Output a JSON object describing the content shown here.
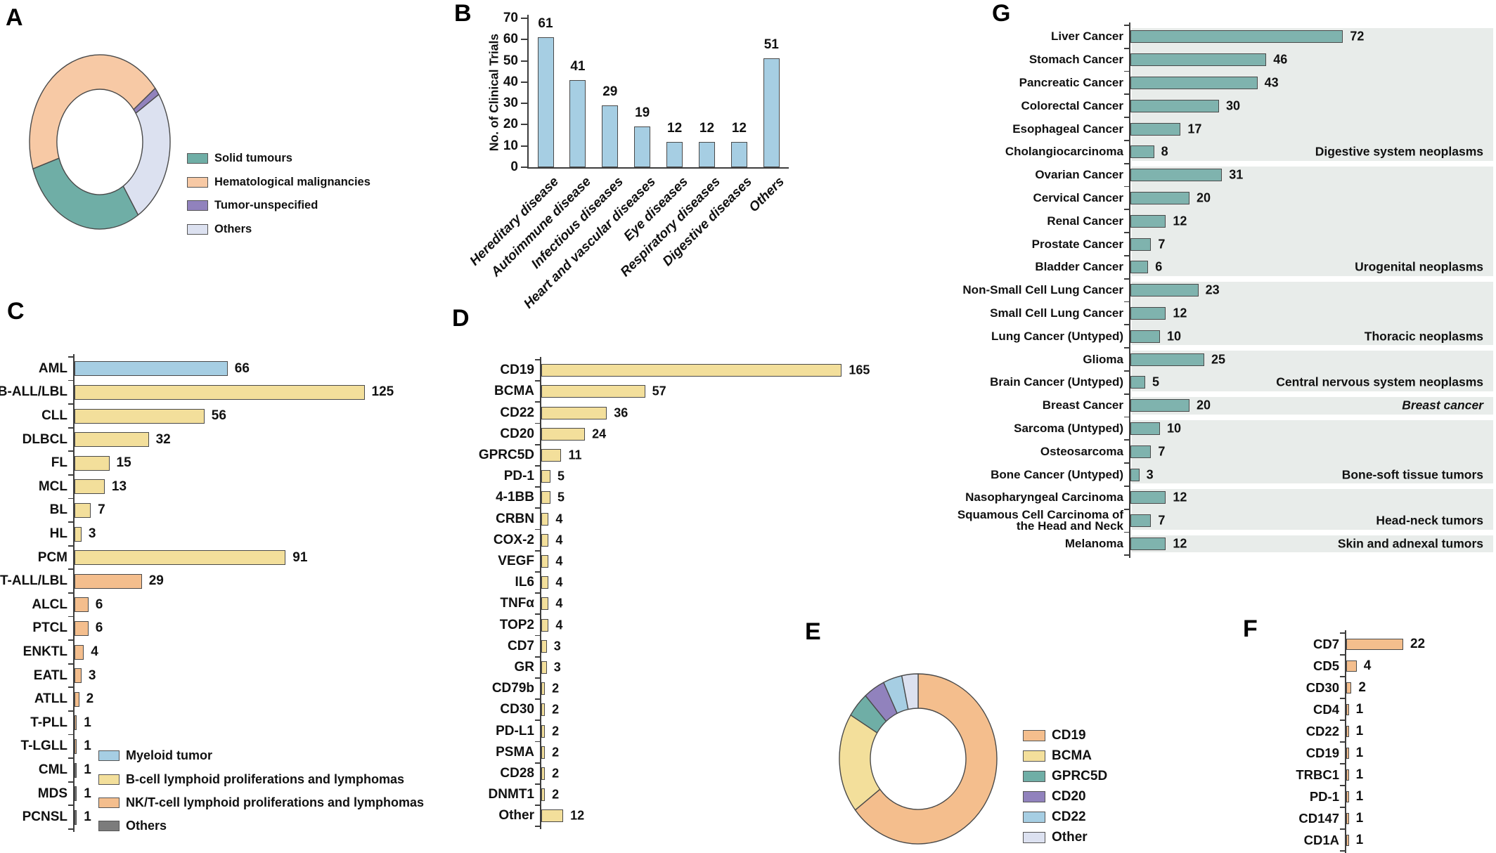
{
  "panel_labels": {
    "a": "A",
    "b": "B",
    "c": "C",
    "d": "D",
    "e": "E",
    "f": "F",
    "g": "G"
  },
  "chart_data": [
    {
      "panel": "A",
      "type": "donut",
      "segments": [
        {
          "label": "Hematological malignancies",
          "color": "#F7C9A5",
          "start_deg": 252,
          "end_deg": 412,
          "approx_pct": 44
        },
        {
          "label": "Tumor-unspecified",
          "color": "#9182BD",
          "start_deg": 52,
          "end_deg": 57,
          "approx_pct": 1
        },
        {
          "label": "Others",
          "color": "#DCE1F0",
          "start_deg": 57,
          "end_deg": 147,
          "approx_pct": 25
        },
        {
          "label": "Solid tumours",
          "color": "#6FAEA6",
          "start_deg": 147,
          "end_deg": 252,
          "approx_pct": 30
        }
      ],
      "legend": [
        {
          "label": "Solid tumours",
          "color": "#6FAEA6"
        },
        {
          "label": "Hematological malignancies",
          "color": "#F7C9A5"
        },
        {
          "label": "Tumor-unspecified",
          "color": "#9182BD"
        },
        {
          "label": "Others",
          "color": "#DCE1F0"
        }
      ]
    },
    {
      "panel": "B",
      "type": "bar",
      "title": "",
      "xlabel": "",
      "ylabel": "No. of Clinical Trials",
      "ylim": [
        0,
        70
      ],
      "yticks": [
        0,
        10,
        20,
        30,
        40,
        50,
        60,
        70
      ],
      "grid": false,
      "bar_color": "#A6CEE3",
      "categories": [
        "Hereditary disease",
        "Autoimmune disease",
        "Infectious diseases",
        "Heart and vascular diseases",
        "Eye diseases",
        "Respiratory diseases",
        "Digestive diseases",
        "Others"
      ],
      "values": [
        61,
        41,
        29,
        19,
        12,
        12,
        12,
        51
      ]
    },
    {
      "panel": "C",
      "type": "hbar",
      "bars": [
        {
          "label": "AML",
          "value": 66,
          "color": "#A6CEE3"
        },
        {
          "label": "B-ALL/LBL",
          "value": 125,
          "color": "#F3DF9B"
        },
        {
          "label": "CLL",
          "value": 56,
          "color": "#F3DF9B"
        },
        {
          "label": "DLBCL",
          "value": 32,
          "color": "#F3DF9B"
        },
        {
          "label": "FL",
          "value": 15,
          "color": "#F3DF9B"
        },
        {
          "label": "MCL",
          "value": 13,
          "color": "#F3DF9B"
        },
        {
          "label": "BL",
          "value": 7,
          "color": "#F3DF9B"
        },
        {
          "label": "HL",
          "value": 3,
          "color": "#F3DF9B"
        },
        {
          "label": "PCM",
          "value": 91,
          "color": "#F3DF9B"
        },
        {
          "label": "T-ALL/LBL",
          "value": 29,
          "color": "#F4BE8D"
        },
        {
          "label": "ALCL",
          "value": 6,
          "color": "#F4BE8D"
        },
        {
          "label": "PTCL",
          "value": 6,
          "color": "#F4BE8D"
        },
        {
          "label": "ENKTL",
          "value": 4,
          "color": "#F4BE8D"
        },
        {
          "label": "EATL",
          "value": 3,
          "color": "#F4BE8D"
        },
        {
          "label": "ATLL",
          "value": 2,
          "color": "#F4BE8D"
        },
        {
          "label": "T-PLL",
          "value": 1,
          "color": "#F4BE8D"
        },
        {
          "label": "T-LGLL",
          "value": 1,
          "color": "#F4BE8D"
        },
        {
          "label": "CML",
          "value": 1,
          "color": "#7C7C7C"
        },
        {
          "label": "MDS",
          "value": 1,
          "color": "#7C7C7C"
        },
        {
          "label": "PCNSL",
          "value": 1,
          "color": "#7C7C7C"
        }
      ],
      "legend": [
        {
          "label": "Myeloid tumor",
          "color": "#A6CEE3"
        },
        {
          "label": "B-cell lymphoid proliferations and lymphomas",
          "color": "#F3DF9B"
        },
        {
          "label": "NK/T-cell lymphoid proliferations and lymphomas",
          "color": "#F4BE8D"
        },
        {
          "label": "Others",
          "color": "#7C7C7C"
        }
      ]
    },
    {
      "panel": "D",
      "type": "hbar",
      "bar_color": "#F3DF9B",
      "bars": [
        {
          "label": "CD19",
          "value": 165
        },
        {
          "label": "BCMA",
          "value": 57
        },
        {
          "label": "CD22",
          "value": 36
        },
        {
          "label": "CD20",
          "value": 24
        },
        {
          "label": "GPRC5D",
          "value": 11
        },
        {
          "label": "PD-1",
          "value": 5
        },
        {
          "label": "4-1BB",
          "value": 5
        },
        {
          "label": "CRBN",
          "value": 4
        },
        {
          "label": "COX-2",
          "value": 4
        },
        {
          "label": "VEGF",
          "value": 4
        },
        {
          "label": "IL6",
          "value": 4
        },
        {
          "label": "TNFα",
          "value": 4
        },
        {
          "label": "TOP2",
          "value": 4
        },
        {
          "label": "CD7",
          "value": 3
        },
        {
          "label": "GR",
          "value": 3
        },
        {
          "label": "CD79b",
          "value": 2
        },
        {
          "label": "CD30",
          "value": 2
        },
        {
          "label": "PD-L1",
          "value": 2
        },
        {
          "label": "PSMA",
          "value": 2
        },
        {
          "label": "CD28",
          "value": 2
        },
        {
          "label": "DNMT1",
          "value": 2
        },
        {
          "label": "Other",
          "value": 12
        }
      ]
    },
    {
      "panel": "E",
      "type": "donut",
      "segments": [
        {
          "label": "CD19",
          "color": "#F4BE8D",
          "start_deg": 0,
          "end_deg": 233,
          "approx_pct": 65
        },
        {
          "label": "BCMA",
          "color": "#F3DF9B",
          "start_deg": 233,
          "end_deg": 301,
          "approx_pct": 19
        },
        {
          "label": "GPRC5D",
          "color": "#6FAEA6",
          "start_deg": 301,
          "end_deg": 318,
          "approx_pct": 5
        },
        {
          "label": "CD20",
          "color": "#9182BD",
          "start_deg": 318,
          "end_deg": 334,
          "approx_pct": 4
        },
        {
          "label": "CD22",
          "color": "#A6CEE3",
          "start_deg": 334,
          "end_deg": 348,
          "approx_pct": 4
        },
        {
          "label": "Other",
          "color": "#DCE1F0",
          "start_deg": 348,
          "end_deg": 360,
          "approx_pct": 3
        }
      ],
      "legend": [
        {
          "label": "CD19",
          "color": "#F4BE8D"
        },
        {
          "label": "BCMA",
          "color": "#F3DF9B"
        },
        {
          "label": "GPRC5D",
          "color": "#6FAEA6"
        },
        {
          "label": "CD20",
          "color": "#9182BD"
        },
        {
          "label": "CD22",
          "color": "#A6CEE3"
        },
        {
          "label": "Other",
          "color": "#DCE1F0"
        }
      ]
    },
    {
      "panel": "F",
      "type": "hbar",
      "bar_color": "#F4BE8D",
      "bars": [
        {
          "label": "CD7",
          "value": 22
        },
        {
          "label": "CD5",
          "value": 4
        },
        {
          "label": "CD30",
          "value": 2
        },
        {
          "label": "CD4",
          "value": 1
        },
        {
          "label": "CD22",
          "value": 1
        },
        {
          "label": "CD19",
          "value": 1
        },
        {
          "label": "TRBC1",
          "value": 1
        },
        {
          "label": "PD-1",
          "value": 1
        },
        {
          "label": "CD147",
          "value": 1
        },
        {
          "label": "CD1A",
          "value": 1
        }
      ]
    },
    {
      "panel": "G",
      "type": "hbar-grouped",
      "bar_color": "#7FB3AE",
      "band_color": "#E8ECEA",
      "groups": [
        {
          "name": "Digestive system neoplasms",
          "italic": false,
          "rows": [
            {
              "label": "Liver Cancer",
              "value": 72
            },
            {
              "label": "Stomach Cancer",
              "value": 46
            },
            {
              "label": "Pancreatic Cancer",
              "value": 43
            },
            {
              "label": "Colorectal Cancer",
              "value": 30
            },
            {
              "label": "Esophageal Cancer",
              "value": 17
            },
            {
              "label": "Cholangiocarcinoma",
              "value": 8
            }
          ]
        },
        {
          "name": "Urogenital neoplasms",
          "italic": false,
          "rows": [
            {
              "label": "Ovarian Cancer",
              "value": 31
            },
            {
              "label": "Cervical Cancer",
              "value": 20
            },
            {
              "label": "Renal Cancer",
              "value": 12
            },
            {
              "label": "Prostate Cancer",
              "value": 7
            },
            {
              "label": "Bladder Cancer",
              "value": 6
            }
          ]
        },
        {
          "name": "Thoracic neoplasms",
          "italic": false,
          "rows": [
            {
              "label": "Non-Small Cell Lung Cancer",
              "value": 23
            },
            {
              "label": "Small Cell Lung Cancer",
              "value": 12
            },
            {
              "label": "Lung Cancer (Untyped)",
              "value": 10
            }
          ]
        },
        {
          "name": "Central nervous system neoplasms",
          "italic": false,
          "rows": [
            {
              "label": "Glioma",
              "value": 25
            },
            {
              "label": "Brain Cancer (Untyped)",
              "value": 5
            }
          ]
        },
        {
          "name": "Breast cancer",
          "italic": true,
          "rows": [
            {
              "label": "Breast Cancer",
              "value": 20
            }
          ]
        },
        {
          "name": "Bone-soft tissue tumors",
          "italic": false,
          "rows": [
            {
              "label": "Sarcoma (Untyped)",
              "value": 10
            },
            {
              "label": "Osteosarcoma",
              "value": 7
            },
            {
              "label": "Bone Cancer (Untyped)",
              "value": 3
            }
          ]
        },
        {
          "name": "Head-neck tumors",
          "italic": false,
          "rows": [
            {
              "label": "Nasopharyngeal Carcinoma",
              "value": 12
            },
            {
              "label": "Squamous Cell Carcinoma of\nthe Head and Neck",
              "value": 7
            }
          ]
        },
        {
          "name": "Skin and adnexal tumors",
          "italic": false,
          "rows": [
            {
              "label": "Melanoma",
              "value": 12
            }
          ]
        }
      ]
    }
  ]
}
